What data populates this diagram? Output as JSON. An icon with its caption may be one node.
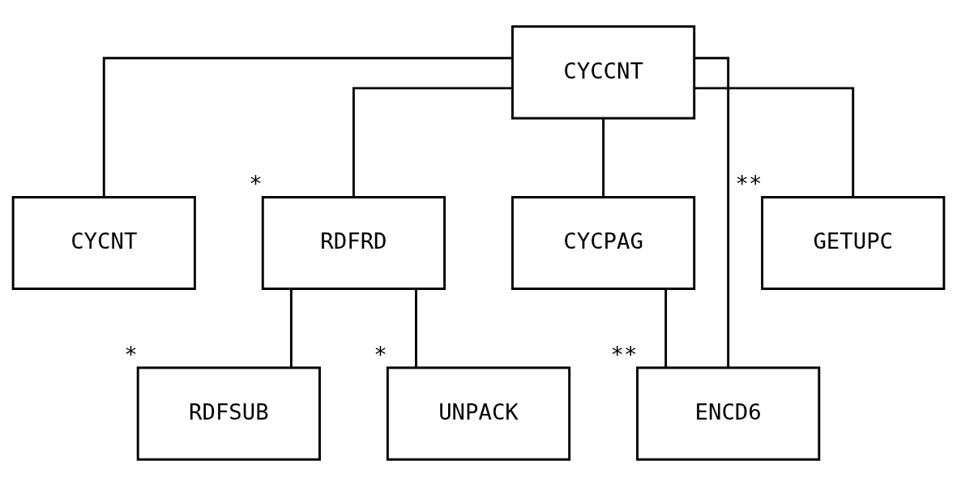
{
  "diagram": {
    "nodes": [
      {
        "text": [
          "CYCCNT"
        ]
      },
      {
        "text": [
          "CYCNT"
        ]
      },
      {
        "text": [
          "CYCPAG"
        ]
      },
      {
        "text": [
          "RDFRD"
        ],
        "beside": [
          "*"
        ]
      },
      {
        "text": [
          "GETUPC"
        ],
        "beside": [
          "**"
        ]
      },
      {
        "text": [
          "ENCD6"
        ],
        "beside": [
          "**"
        ]
      },
      {
        "text": [
          "RDFSUB"
        ],
        "beside": [
          "*"
        ]
      },
      {
        "text": [
          "UNPACK"
        ],
        "beside": [
          "*"
        ]
      }
    ],
    "edges": [
      {
        "from": 0,
        "to": 1,
        "arrow": "none"
      },
      {
        "from": 0,
        "to": 5,
        "arrow": "none"
      },
      {
        "from": 0,
        "to": 2,
        "arrow": "none"
      },
      {
        "from": 0,
        "to": 3,
        "arrow": "none"
      },
      {
        "from": 0,
        "to": 4,
        "arrow": "none"
      },
      {
        "from": 2,
        "to": 5,
        "arrow": "none"
      },
      {
        "from": 3,
        "to": 6,
        "arrow": "none"
      },
      {
        "from": 3,
        "to": 7,
        "arrow": "none"
      }
    ]
  }
}
